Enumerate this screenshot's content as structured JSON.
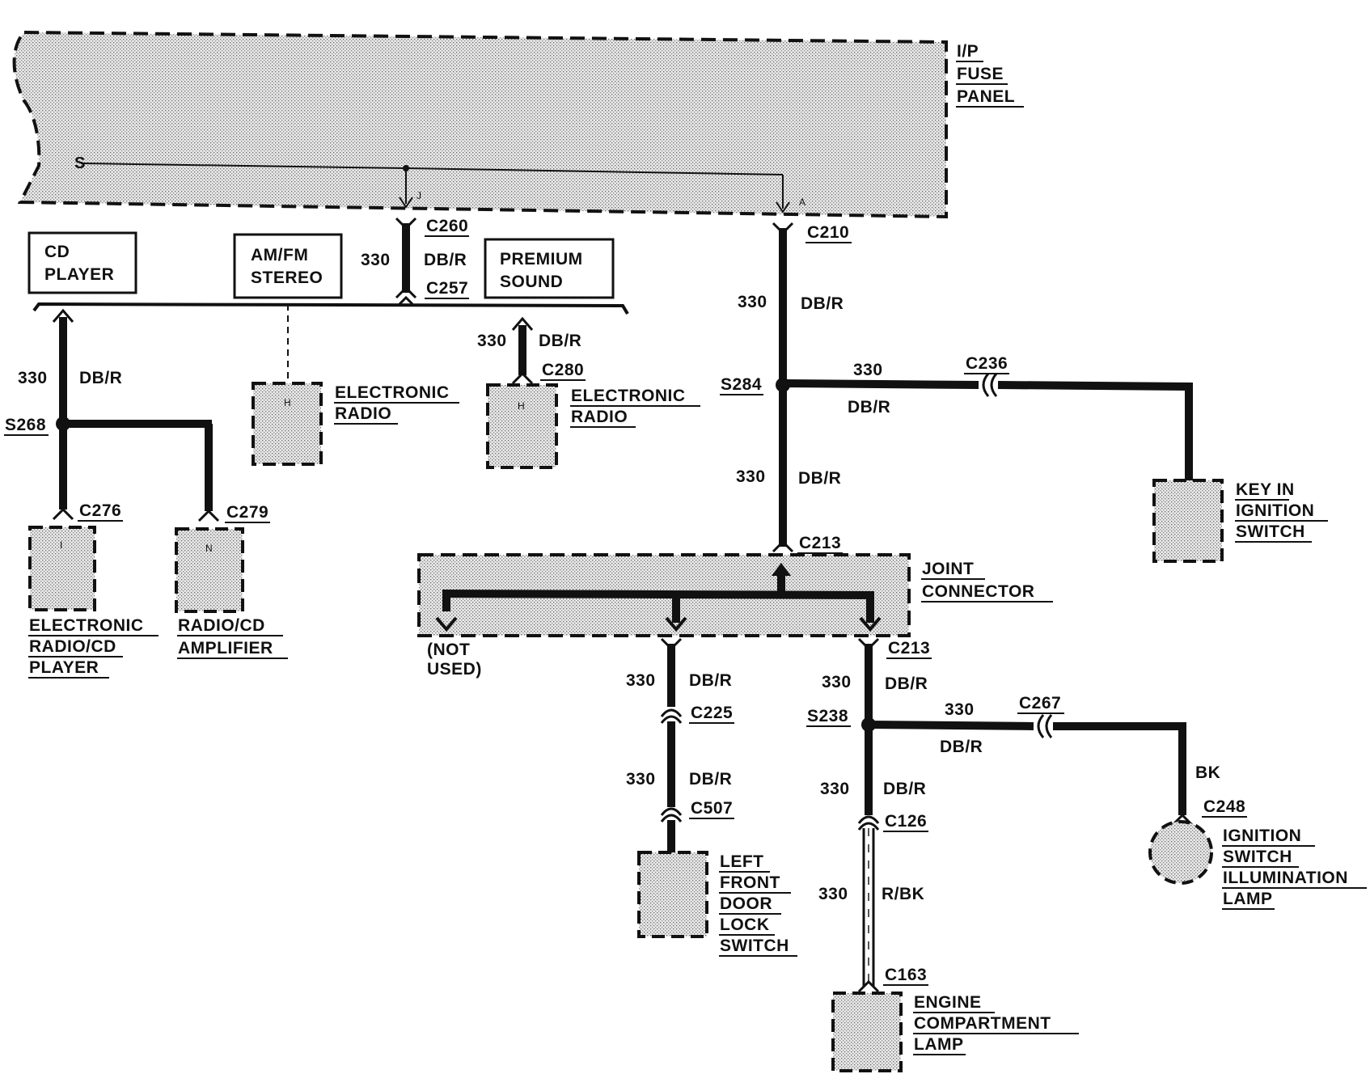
{
  "fuse_panel": {
    "line1": "I/P",
    "line2": "FUSE",
    "line3": "PANEL",
    "pin_s": "S",
    "pin_j": "J",
    "pin_a": "A"
  },
  "connectors": {
    "c260": "C260",
    "c257": "C257",
    "c210": "C210",
    "c236": "C236",
    "c280": "C280",
    "c276": "C276",
    "c279": "C279",
    "c213_top": "C213",
    "c213_bottom": "C213",
    "c225": "C225",
    "c507": "C507",
    "c267": "C267",
    "c126": "C126",
    "c248": "C248",
    "c163": "C163"
  },
  "splices": {
    "s268": "S268",
    "s284": "S284",
    "s238": "S238"
  },
  "wire": {
    "circuit": "330",
    "color": "DB/R",
    "color_rbk": "R/BK",
    "color_bk": "BK"
  },
  "boxes": {
    "cd_player": {
      "line1": "CD",
      "line2": "PLAYER"
    },
    "amfm_stereo": {
      "line1": "AM/FM",
      "line2": "STEREO"
    },
    "premium_sound": {
      "line1": "PREMIUM",
      "line2": "SOUND"
    }
  },
  "components": {
    "electronic_radio_1": {
      "line1": "ELECTRONIC",
      "line2": "RADIO",
      "pin": "H"
    },
    "electronic_radio_2": {
      "line1": "ELECTRONIC",
      "line2": "RADIO",
      "pin": "H"
    },
    "electronic_radio_cd": {
      "line1": "ELECTRONIC",
      "line2": "RADIO/CD",
      "line3": "PLAYER",
      "pin": "I"
    },
    "radio_cd_amplifier": {
      "line1": "RADIO/CD",
      "line2": "AMPLIFIER",
      "pin": "N"
    },
    "key_in_ignition": {
      "line1": "KEY IN",
      "line2": "IGNITION",
      "line3": "SWITCH"
    },
    "joint_connector": {
      "line1": "JOINT",
      "line2": "CONNECTOR"
    },
    "not_used": {
      "line1": "(NOT",
      "line2": "USED)"
    },
    "left_front_door": {
      "line1": "LEFT",
      "line2": "FRONT",
      "line3": "DOOR",
      "line4": "LOCK",
      "line5": "SWITCH"
    },
    "ignition_illumination": {
      "line1": "IGNITION",
      "line2": "SWITCH",
      "line3": "ILLUMINATION",
      "line4": "LAMP"
    },
    "engine_lamp": {
      "line1": "ENGINE",
      "line2": "COMPARTMENT",
      "line3": "LAMP"
    }
  }
}
